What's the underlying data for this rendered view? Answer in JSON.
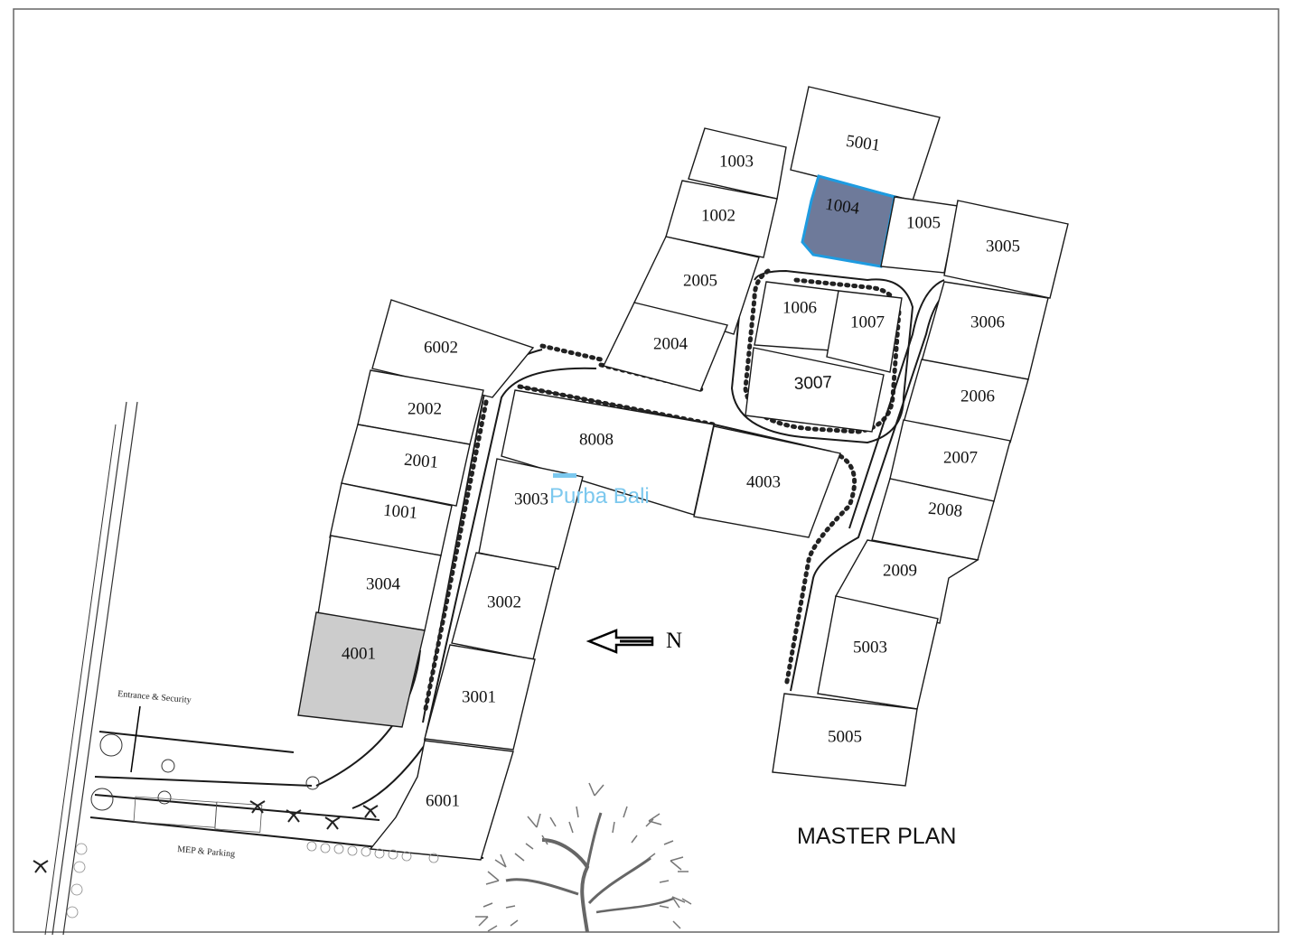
{
  "title": "MASTER PLAN",
  "north_label": "N",
  "watermark": "Purba Bali",
  "entrance_label": "Entrance & Security",
  "mep_label": "MEP & Parking",
  "colors": {
    "selected_fill": "#6e7a9a",
    "selected_outline": "#1e9be0",
    "highlight_grey": "#cccccc",
    "watermark": "#7cc8ee"
  },
  "plots": {
    "p5001": "5001",
    "p1003": "1003",
    "p1004": "1004",
    "p1005": "1005",
    "p3005": "3005",
    "p1002": "1002",
    "p2005": "2005",
    "p1006": "1006",
    "p1007": "1007",
    "p3006": "3006",
    "p2004": "2004",
    "p3007": "3007",
    "p6002": "6002",
    "p2006": "2006",
    "p2002": "2002",
    "p8008": "8008",
    "p2007": "2007",
    "p2001": "2001",
    "p4003": "4003",
    "p3003": "3003",
    "p1001": "1001",
    "p2008": "2008",
    "p2009": "2009",
    "p3004": "3004",
    "p3002": "3002",
    "p4001": "4001",
    "p5003": "5003",
    "p3001": "3001",
    "p5005": "5005",
    "p6001": "6001"
  }
}
